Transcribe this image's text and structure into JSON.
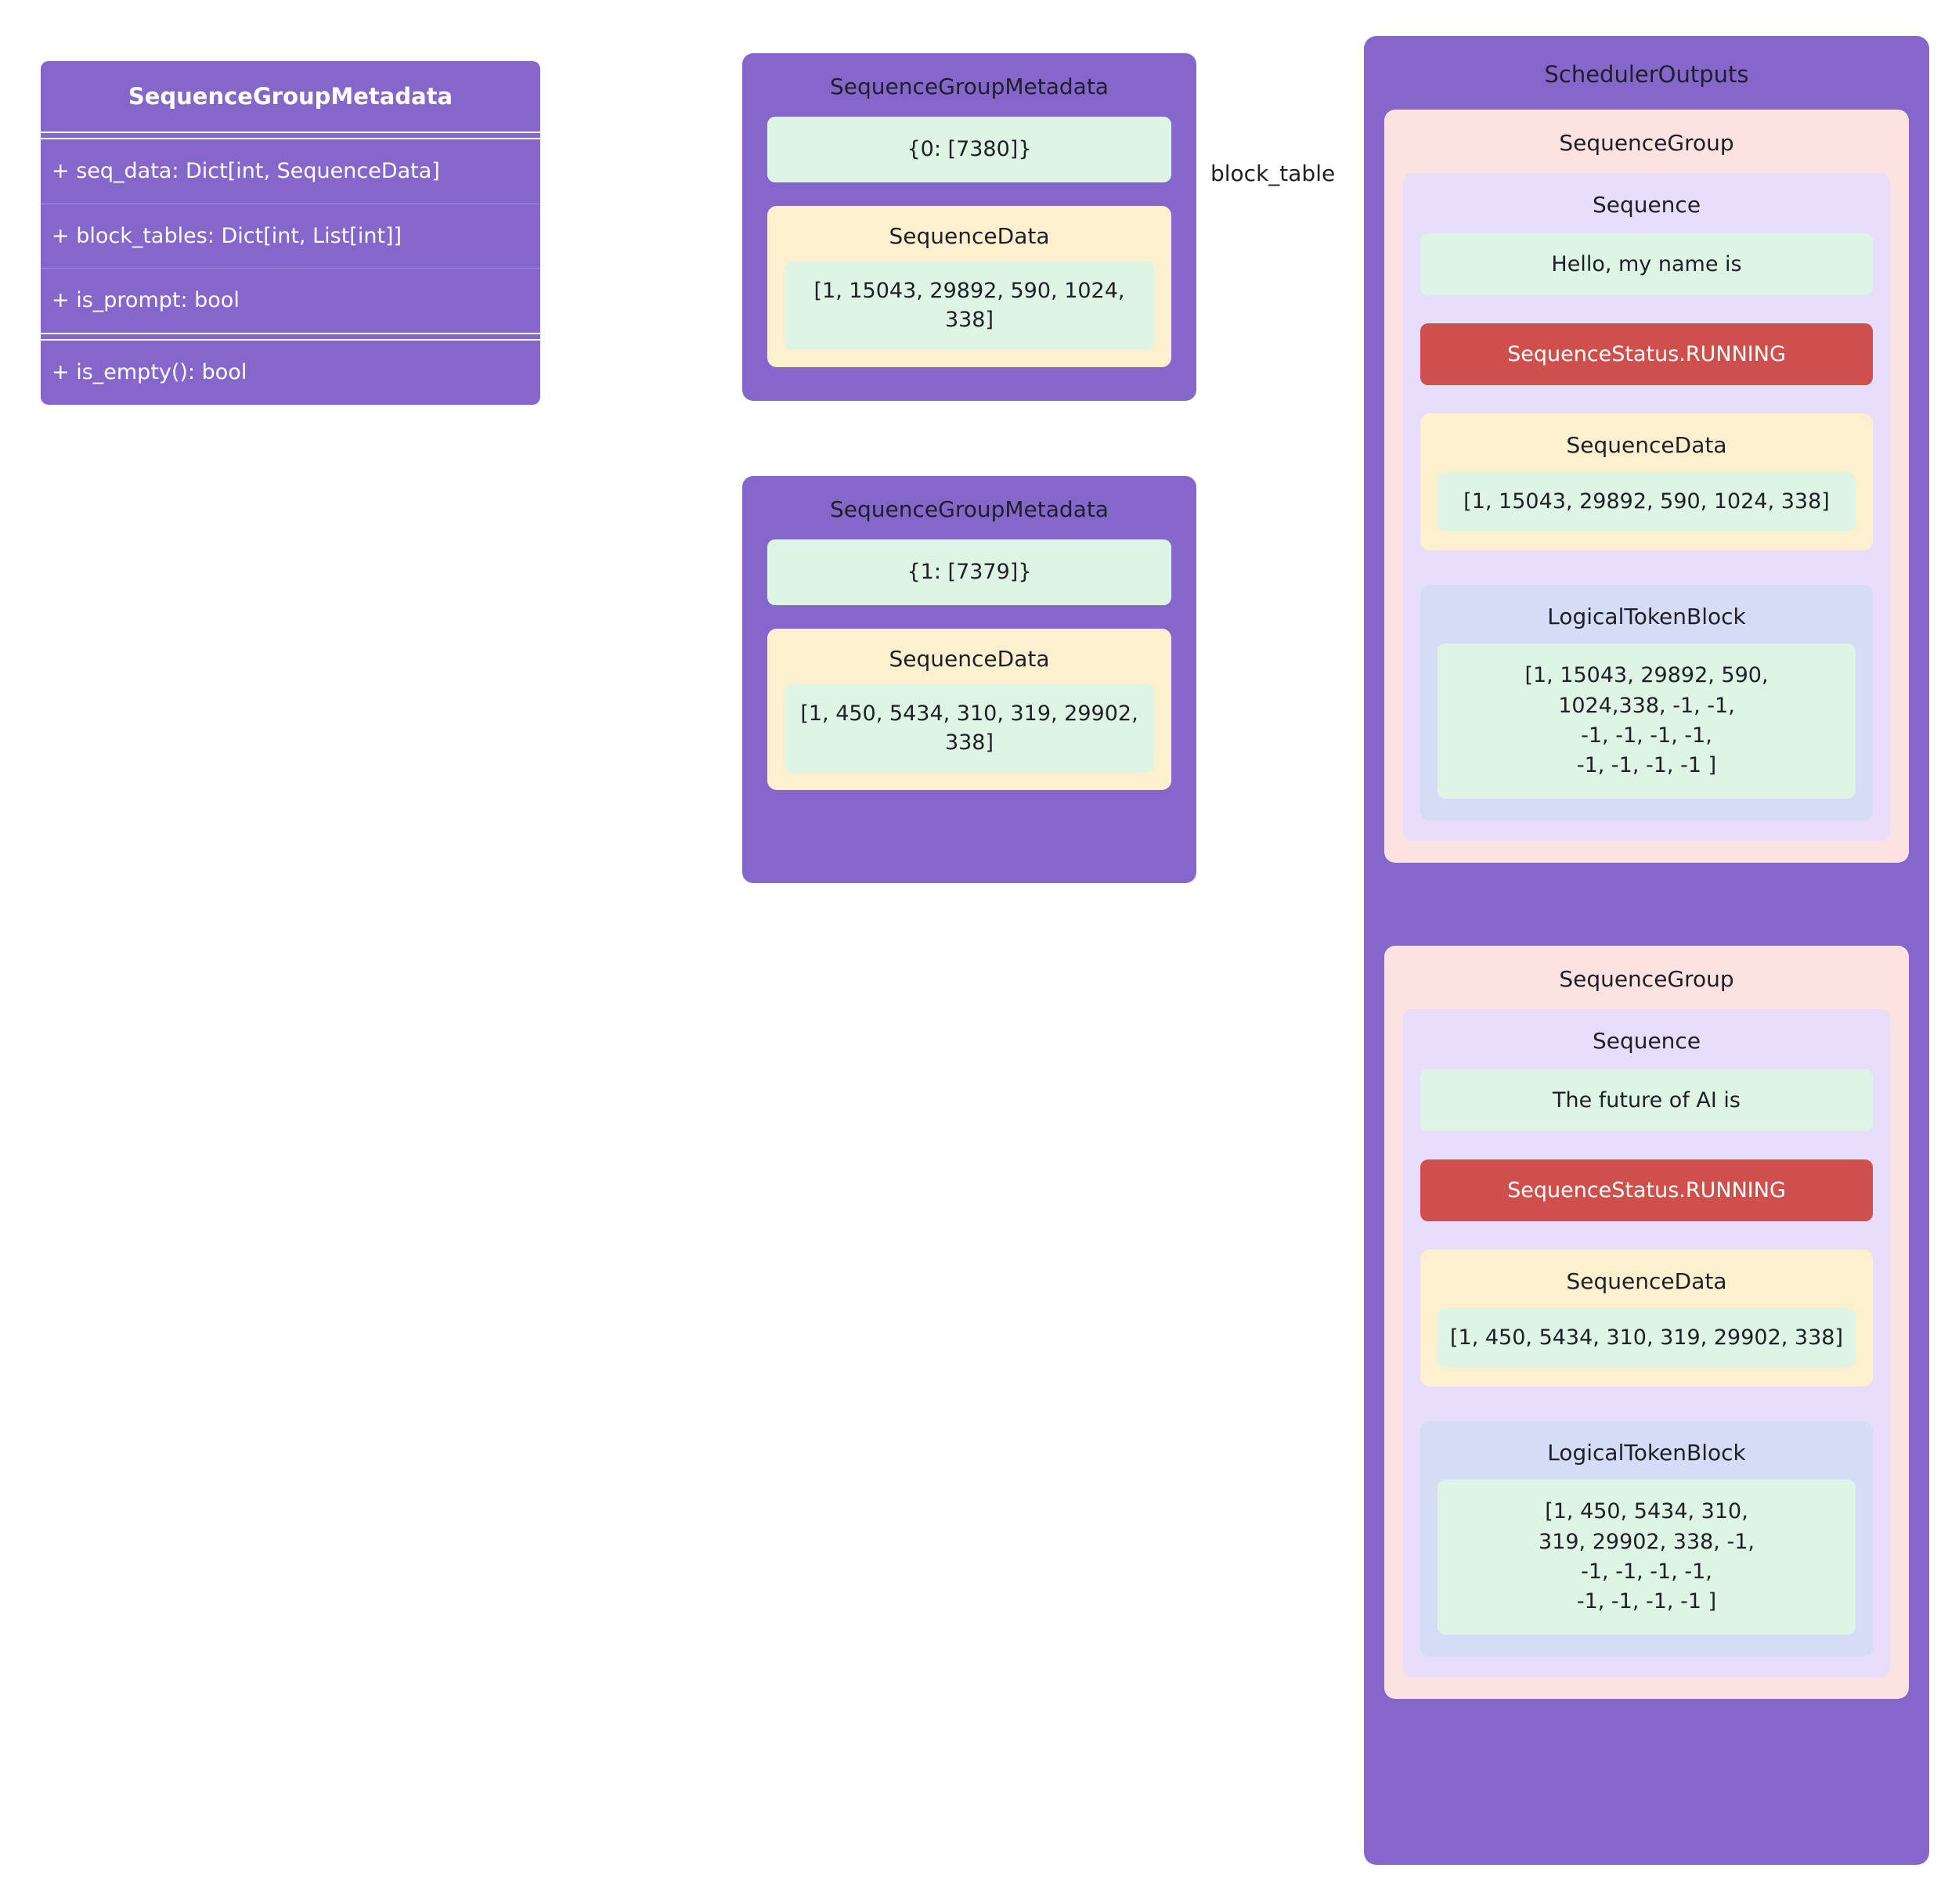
{
  "uml_class": {
    "title": "SequenceGroupMetadata",
    "attributes": [
      "+ seq_data: Dict[int, SequenceData]",
      "+ block_tables: Dict[int, List[int]]",
      "+ is_prompt: bool"
    ],
    "methods": [
      "+ is_empty(): bool"
    ]
  },
  "annotations": {
    "block_table": "block_table"
  },
  "metadata_cards": [
    {
      "title": "SequenceGroupMetadata",
      "block_table": "{0: [7380]}",
      "sequence_data": {
        "title": "SequenceData",
        "tokens": "[1, 15043, 29892, 590, 1024, 338]"
      }
    },
    {
      "title": "SequenceGroupMetadata",
      "block_table": "{1: [7379]}",
      "sequence_data": {
        "title": "SequenceData",
        "tokens": "[1, 450, 5434, 310, 319, 29902, 338]"
      }
    }
  ],
  "scheduler_outputs": {
    "title": "SchedulerOutputs",
    "sequence_groups": [
      {
        "title": "SequenceGroup",
        "sequence": {
          "title": "Sequence",
          "prompt": "Hello, my name is",
          "status": "SequenceStatus.RUNNING",
          "sequence_data": {
            "title": "SequenceData",
            "tokens": "[1, 15043, 29892, 590, 1024, 338]"
          },
          "logical_token_block": {
            "title": "LogicalTokenBlock",
            "tokens": "[1, 15043, 29892, 590,\n1024,338, -1, -1,\n-1, -1, -1, -1,\n-1, -1, -1, -1 ]"
          }
        }
      },
      {
        "title": "SequenceGroup",
        "sequence": {
          "title": "Sequence",
          "prompt": "The future of AI is",
          "status": "SequenceStatus.RUNNING",
          "sequence_data": {
            "title": "SequenceData",
            "tokens": "[1, 450, 5434, 310, 319, 29902, 338]"
          },
          "logical_token_block": {
            "title": "LogicalTokenBlock",
            "tokens": "[1, 450, 5434, 310,\n319, 29902, 338, -1,\n-1, -1, -1, -1,\n-1, -1, -1, -1 ]"
          }
        }
      }
    ]
  },
  "colors": {
    "purple": "#8567cb",
    "pink": "#fce2e0",
    "lavender": "#e7defb",
    "green": "#def5e5",
    "yellow": "#fdf0ce",
    "blue": "#d5dcf5",
    "red": "#ce4f4b"
  }
}
